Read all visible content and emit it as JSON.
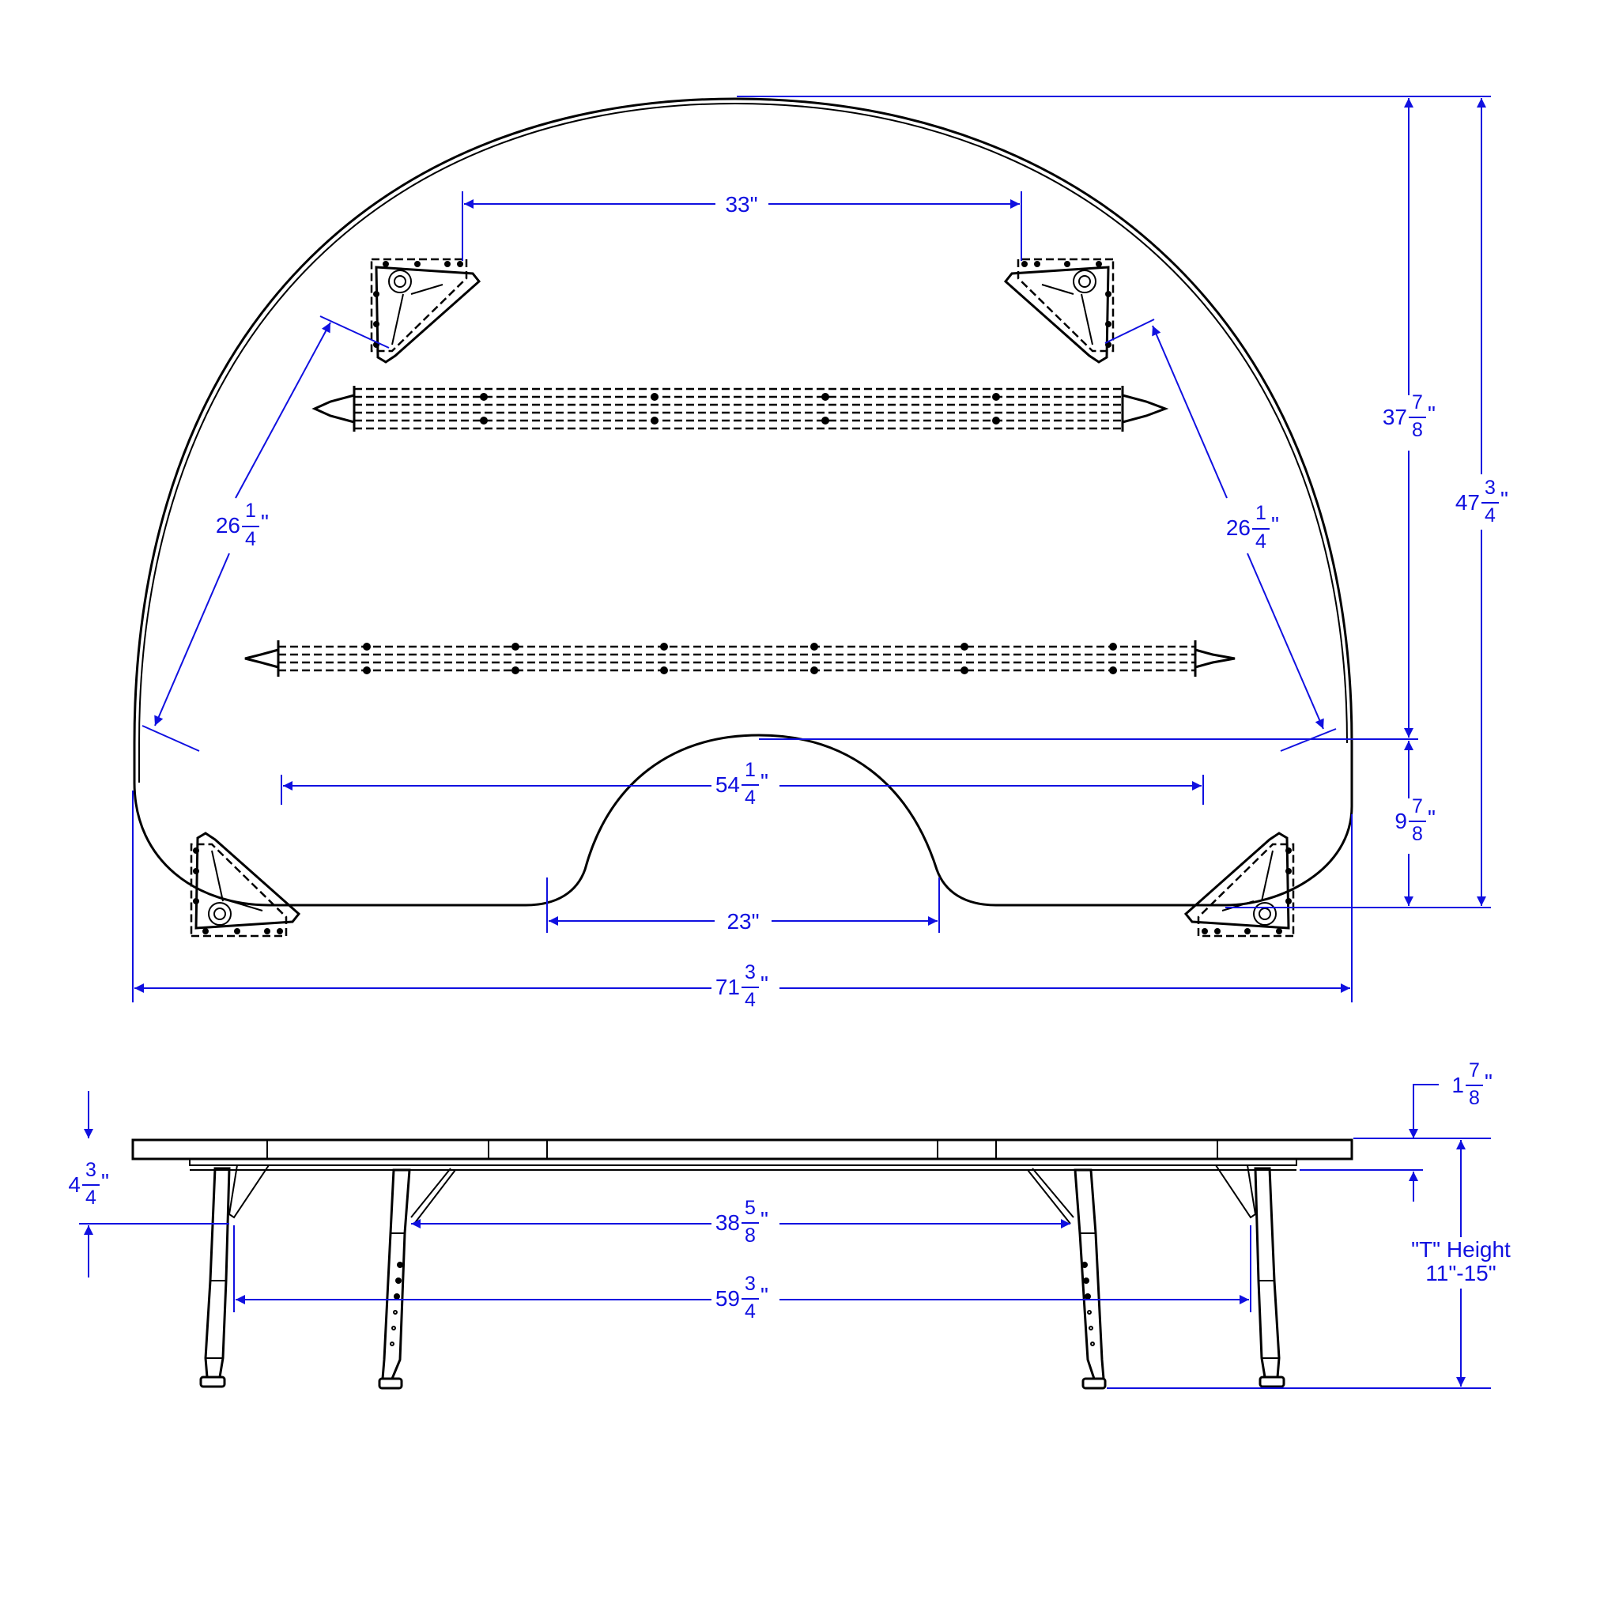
{
  "dimensions": {
    "top_span": {
      "text": "33\""
    },
    "diag_left": {
      "whole": "26",
      "num": "1",
      "den": "4",
      "suffix": "\""
    },
    "diag_right": {
      "whole": "26",
      "num": "1",
      "den": "4",
      "suffix": "\""
    },
    "inner_span": {
      "whole": "54",
      "num": "1",
      "den": "4",
      "suffix": "\""
    },
    "cutout_width": {
      "text": "23\""
    },
    "overall_width": {
      "whole": "71",
      "num": "3",
      "den": "4",
      "suffix": "\""
    },
    "depth_main": {
      "whole": "37",
      "num": "7",
      "den": "8",
      "suffix": "\""
    },
    "depth_total": {
      "whole": "47",
      "num": "3",
      "den": "4",
      "suffix": "\""
    },
    "cutout_depth": {
      "whole": "9",
      "num": "7",
      "den": "8",
      "suffix": "\""
    },
    "top_thickness": {
      "whole": "1",
      "num": "7",
      "den": "8",
      "suffix": "\""
    },
    "apron_height": {
      "whole": "4",
      "num": "3",
      "den": "4",
      "suffix": "\""
    },
    "leg_span_inner": {
      "whole": "38",
      "num": "5",
      "den": "8",
      "suffix": "\""
    },
    "leg_span_outer": {
      "whole": "59",
      "num": "3",
      "den": "4",
      "suffix": "\""
    },
    "height_label": {
      "line1": "\"T\" Height",
      "line2": "11\"-15\""
    }
  },
  "colors": {
    "dimension": "#1010e0",
    "linework": "#000000"
  }
}
